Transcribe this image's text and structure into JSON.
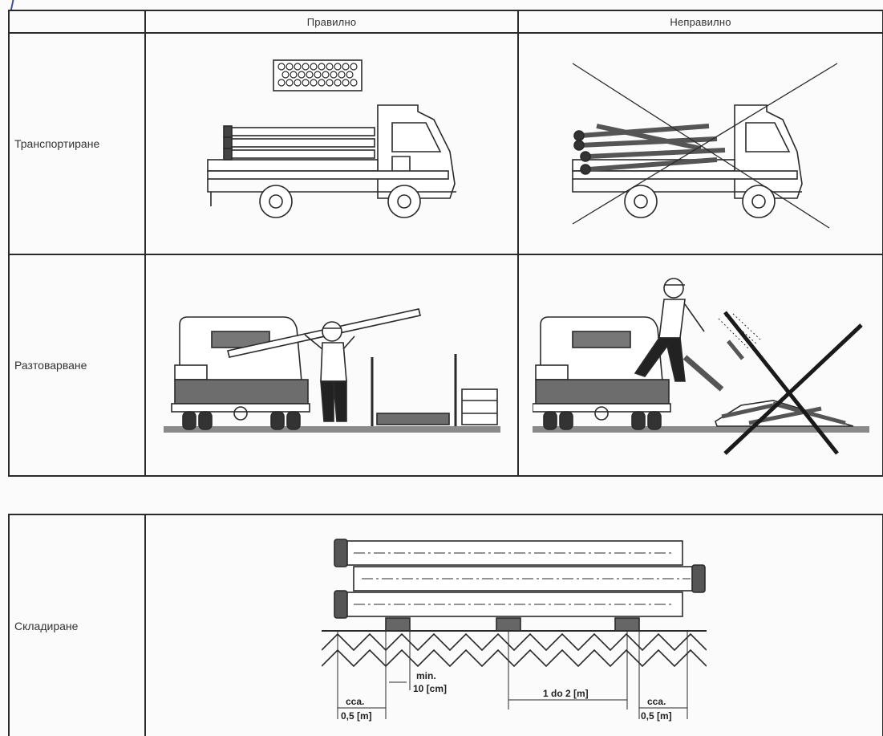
{
  "header": {
    "col_correct": "Правилно",
    "col_incorrect": "Неправилно"
  },
  "rows": [
    {
      "label": "Транспортиране"
    },
    {
      "label": "Разтоварване"
    }
  ],
  "storage": {
    "label": "Складиране",
    "dim_left": "cca.",
    "dim_left_value": "0,5 [m]",
    "dim_min": "min.",
    "dim_min_value": "10 [cm]",
    "dim_span": "1 do 2 [m]",
    "dim_right": "cca.",
    "dim_right_value": "0,5 [m]"
  },
  "colors": {
    "line": "#2a2a2a",
    "accent_mark": "#3a4fa0"
  }
}
